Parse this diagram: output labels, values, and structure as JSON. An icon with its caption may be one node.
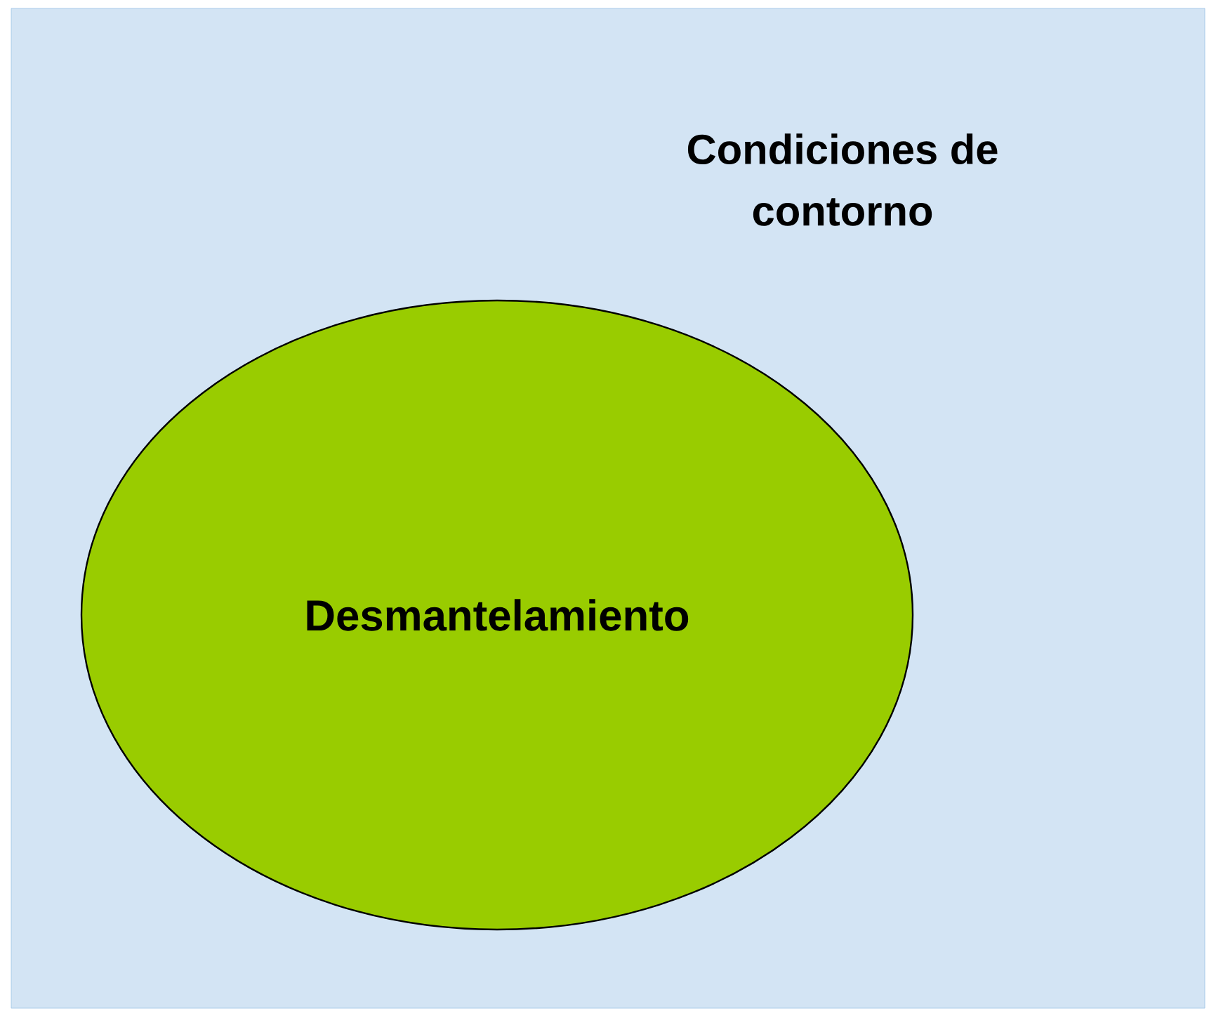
{
  "diagram": {
    "nodes": [
      {
        "text": [
          "Condiciones de contorno"
        ]
      },
      {
        "text": [
          "Desmantelamiento"
        ],
        "in": 0
      }
    ]
  }
}
